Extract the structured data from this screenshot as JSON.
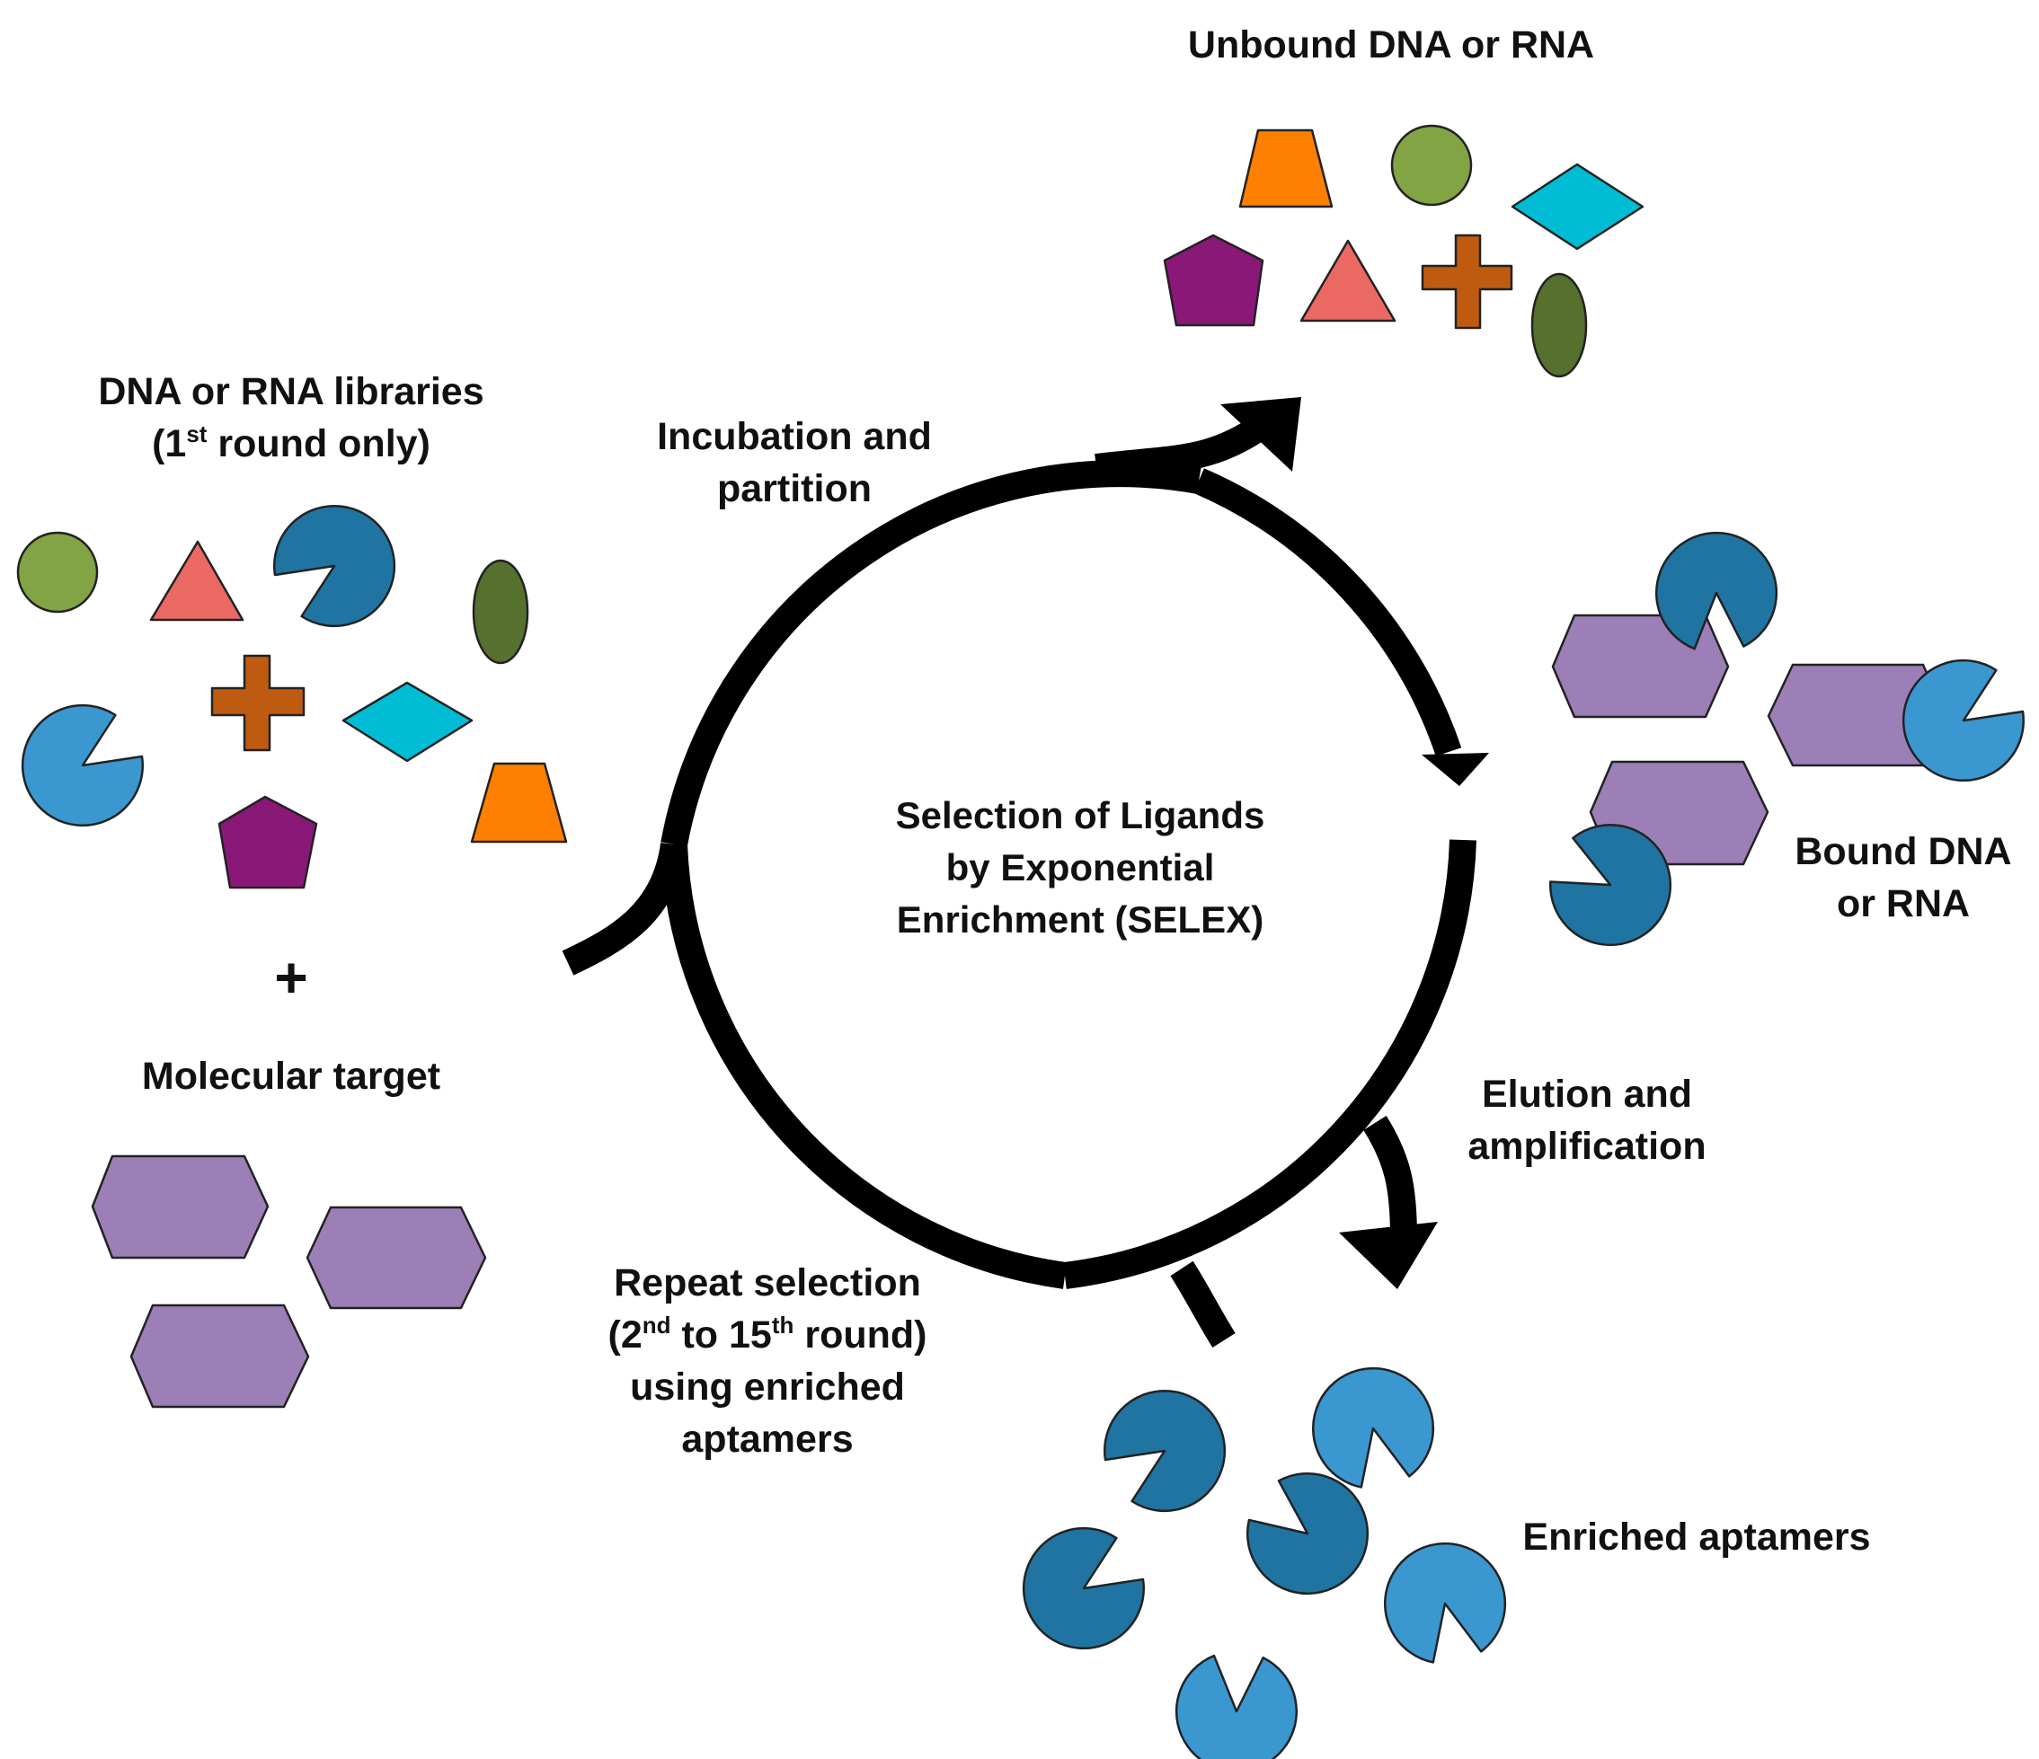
{
  "labels": {
    "unbound": "Unbound DNA or RNA",
    "libraries_line1": "DNA or RNA libraries",
    "libraries_line2_pre": "(1",
    "libraries_line2_sup": "st",
    "libraries_line2_post": " round only)",
    "plus": "+",
    "target": "Molecular target",
    "incubation_line1": "Incubation and",
    "incubation_line2": "partition",
    "center_line1": "Selection of Ligands",
    "center_line2": "by Exponential",
    "center_line3": "Enrichment (SELEX)",
    "bound_line1": "Bound DNA",
    "bound_line2": "or RNA",
    "elution_line1": "Elution and",
    "elution_line2": "amplification",
    "repeat_line1": "Repeat selection",
    "repeat_line2_a": "(2",
    "repeat_line2_sup1": "nd",
    "repeat_line2_b": " to 15",
    "repeat_line2_sup2": "th",
    "repeat_line2_c": " round)",
    "repeat_line3": "using enriched",
    "repeat_line4": "aptamers",
    "enriched": "Enriched aptamers"
  },
  "colors": {
    "circle_green": "#82a445",
    "triangle_salmon": "#ea6a63",
    "pacman_dark_blue": "#1f74a2",
    "pacman_light_blue": "#3a97cf",
    "ellipse_olive": "#56702e",
    "cross_brown": "#bf5b10",
    "diamond_cyan": "#00bcd4",
    "trapezoid_orange": "#ff8000",
    "pentagon_purple": "#8a1878",
    "hexagon_lavender": "#9c7fb6",
    "cycle_black": "#000000"
  }
}
